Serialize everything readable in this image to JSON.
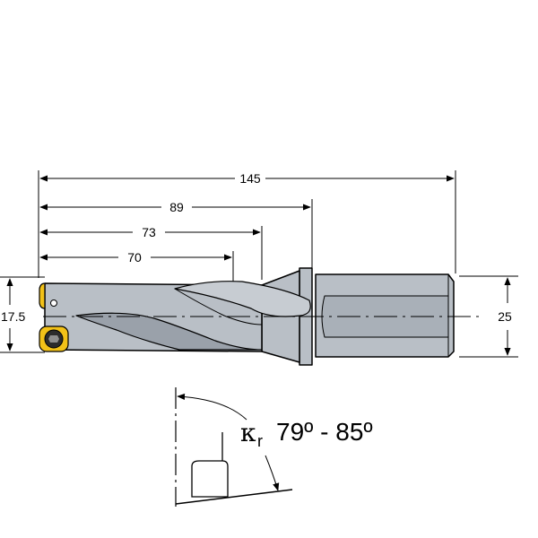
{
  "dimensions": {
    "overall_length": "145",
    "length_89": "89",
    "length_73": "73",
    "length_70": "70",
    "drill_diameter": "17.5",
    "shank_diameter": "25"
  },
  "angle_callout": {
    "symbol": "κ",
    "subscript": "r",
    "value": "79º - 85º"
  },
  "colors": {
    "tool_body": "#b9bfc6",
    "tool_shadow": "#9aa1aa",
    "insert_gold": "#f2c118",
    "insert_dark": "#2c2c2c",
    "line": "#000000"
  }
}
